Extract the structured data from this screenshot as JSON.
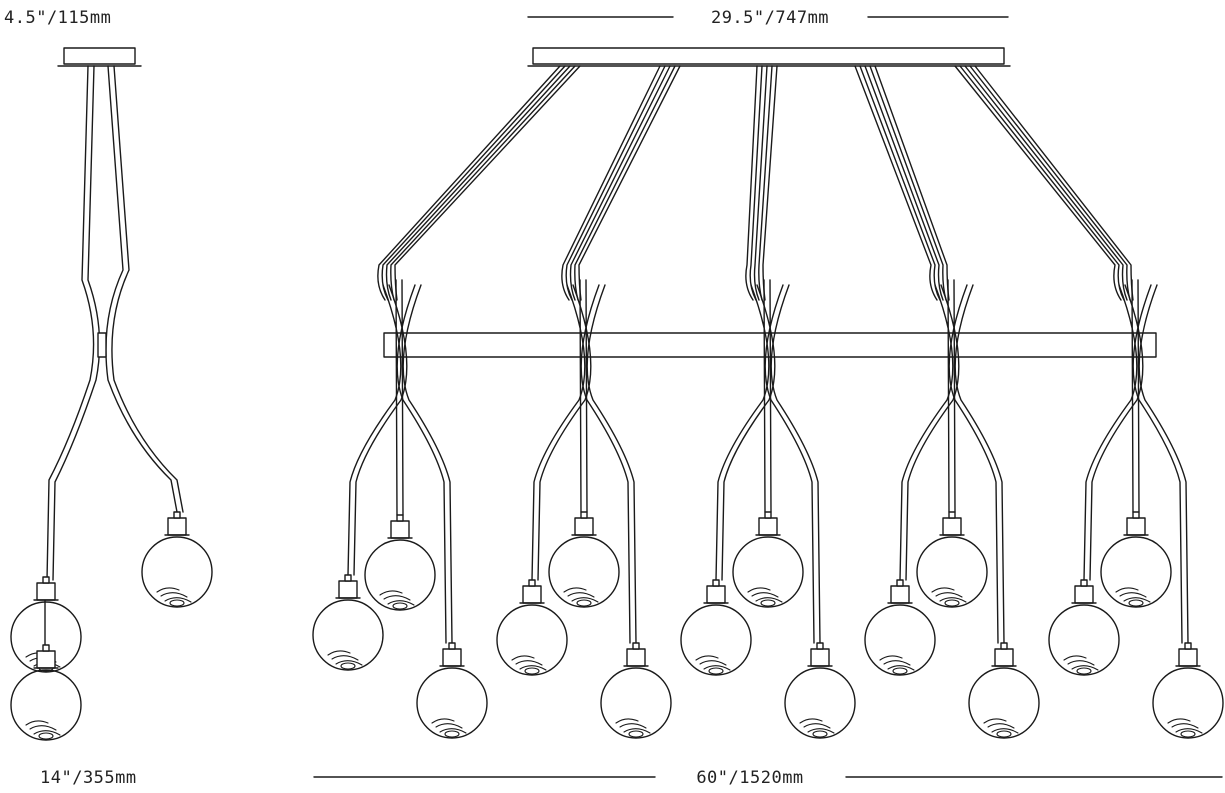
{
  "dimensions": {
    "side_canopy_width": "4.5\"/115mm",
    "side_spread": "14\"/355mm",
    "front_canopy_width": "29.5\"/747mm",
    "front_spread": "60\"/1520mm"
  },
  "colors": {
    "line": "#1a1a1a",
    "background": "#ffffff"
  }
}
